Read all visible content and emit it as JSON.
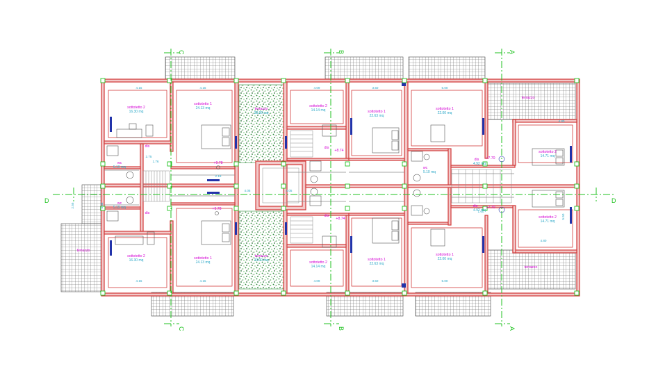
{
  "axes": {
    "top": [
      "C",
      "B",
      "A"
    ],
    "bottom": [
      "C",
      "B",
      "A"
    ],
    "left": "D",
    "right": "D"
  },
  "rooms": [
    {
      "id": "s2-tl",
      "name": "sottotetto 2",
      "area": "16.30 mq"
    },
    {
      "id": "s1-tl",
      "name": "sottotetto 1",
      "area": "24.13 mq"
    },
    {
      "id": "terr-t",
      "name": "terrazzo",
      "area": "33.00 mq"
    },
    {
      "id": "s2-tc",
      "name": "sottotetto 2",
      "area": "14.14 mq"
    },
    {
      "id": "s1-tc",
      "name": "sottotetto 1",
      "area": "22.63 mq"
    },
    {
      "id": "s1-tr",
      "name": "sottotetto 1",
      "area": "22.00 mq"
    },
    {
      "id": "terr-tr",
      "name": "terrazzo",
      "area": ""
    },
    {
      "id": "s2-rt",
      "name": "sottotetto 2",
      "area": "14.71 mq"
    },
    {
      "id": "wc-l1",
      "name": "wc",
      "area": "5.19 mq"
    },
    {
      "id": "wc-l2",
      "name": "wc",
      "area": "5.19 mq"
    },
    {
      "id": "wc-r1",
      "name": "wc",
      "area": "5.10 mq"
    },
    {
      "id": "dis-r1",
      "name": "dis",
      "area": "4.92 mq"
    },
    {
      "id": "dis-r2",
      "name": "dis",
      "area": "4.92 mq"
    },
    {
      "id": "s2-rb",
      "name": "sottotetto 2",
      "area": "14.71 mq"
    },
    {
      "id": "s2-bl",
      "name": "sottotetto 2",
      "area": "16.30 mq"
    },
    {
      "id": "s1-bl",
      "name": "sottotetto 1",
      "area": "24.13 mq"
    },
    {
      "id": "terr-b",
      "name": "terrazzo",
      "area": "33.00 mq"
    },
    {
      "id": "s2-bc",
      "name": "sottotetto 2",
      "area": "14.14 mq"
    },
    {
      "id": "s1-bc",
      "name": "sottotetto 1",
      "area": "22.63 mq"
    },
    {
      "id": "s1-br",
      "name": "sottotetto 1",
      "area": "22.00 mq"
    },
    {
      "id": "terr-bl",
      "name": "terrazzo",
      "area": ""
    },
    {
      "id": "terr-br",
      "name": "terrazzo",
      "area": ""
    }
  ],
  "levels": {
    "l1": "+9.78",
    "l2": "+9.78",
    "c1": "+8.74",
    "c2": "+8.74",
    "r1": "+7.70",
    "r2": "+7.70",
    "dis_l1": "dis",
    "dis_l2": "dis",
    "dis_c1": "dis",
    "dis_c2": "dis"
  },
  "dimensions": {
    "t1": "4.15",
    "t2": "4.15",
    "t3": "4.09",
    "t4": "3.50",
    "t5": "5.00",
    "b1": "4.15",
    "b2": "4.15",
    "b3": "4.09",
    "b4": "3.50",
    "b5": "5.00",
    "lh": "2.55",
    "rt": "4.80",
    "rb": "4.80",
    "m1": "2.75",
    "m2": "1.76",
    "m3": "4.05",
    "m4": "2.18",
    "m5": "4.05",
    "m6": "4.38",
    "m7": "5.50",
    "m8": "1.60"
  },
  "colors": {
    "wall": "#d23a3a",
    "axis": "#1fc21f",
    "room_label": "#d400d4",
    "area_label": "#2aa7c7",
    "terrace_fill": "#2e8b3a"
  }
}
